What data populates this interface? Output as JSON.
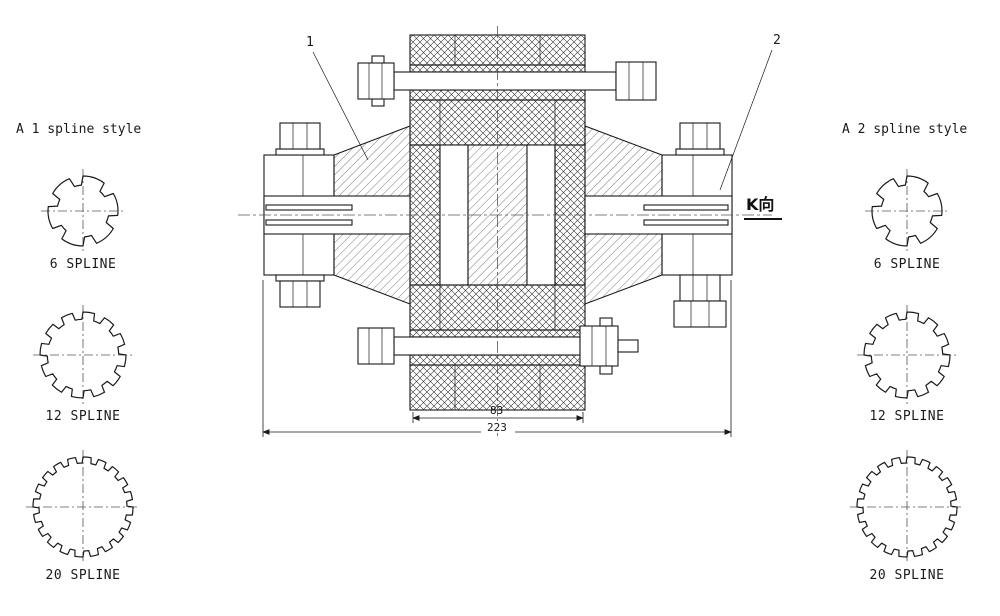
{
  "sides": {
    "left": {
      "title": "A 1 spline style",
      "splines": [
        {
          "teeth": 6,
          "label": "6 SPLINE"
        },
        {
          "teeth": 12,
          "label": "12 SPLINE"
        },
        {
          "teeth": 20,
          "label": "20 SPLINE"
        }
      ]
    },
    "right": {
      "title": "A 2 spline style",
      "splines": [
        {
          "teeth": 6,
          "label": "6 SPLINE"
        },
        {
          "teeth": 12,
          "label": "12 SPLINE"
        },
        {
          "teeth": 20,
          "label": "20 SPLINE"
        }
      ]
    }
  },
  "drawing": {
    "callout_1": "1",
    "callout_2": "2",
    "view_label": "K向",
    "dim_inner": "83",
    "dim_outer": "223"
  },
  "colors": {
    "line": "#1a1a1a",
    "background": "#ffffff"
  }
}
